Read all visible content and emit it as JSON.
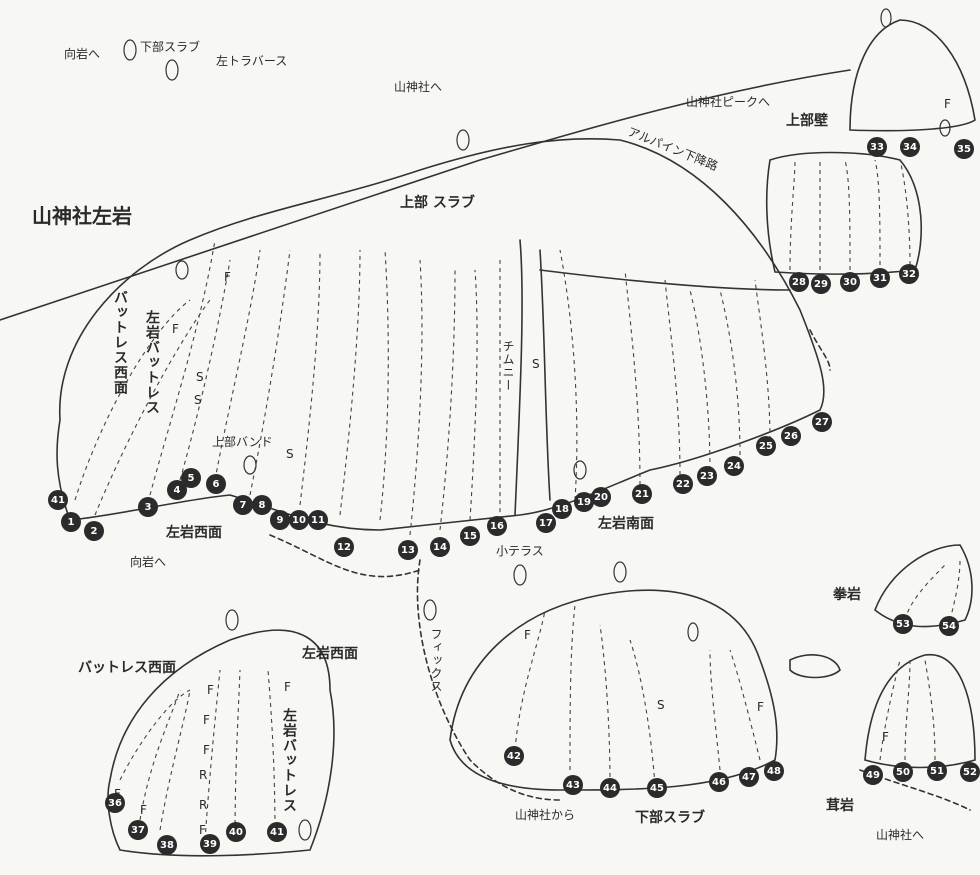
{
  "labels": {
    "main_title": "山神社左岩",
    "upper_slab": "上部 スラブ",
    "upper_wall": "上部壁",
    "alpine_descent": "アルパイン下降路",
    "to_sanjinja_peak": "山神社ピークへ",
    "to_sanjinja_top": "山神社へ",
    "lower_slab_top": "下部スラブ",
    "left_traverse": "左トラバース",
    "to_mukaiiwa_top": "向岩へ",
    "left_rock_west": "左岩西面",
    "left_rock_south": "左岩南面",
    "small_terrace": "小テラス",
    "to_mukaiiwa": "向岩へ",
    "upper_band": "上部バンド",
    "chimney": "チムニー",
    "buttress_west_v": "バットレス西面",
    "left_buttress_v": "左岩バットレス",
    "buttress_west": "バットレス西面",
    "left_rock_west2": "左岩西面",
    "left_buttress_v2": "左岩バットレス",
    "fix": "フィックス",
    "from_sanjinja": "山神社から",
    "lower_slab": "下部スラブ",
    "kobushi_iwa": "拳岩",
    "take_iwa": "茸岩",
    "to_sanjinja_bottom": "山神社へ"
  },
  "route_numbers": [
    "1",
    "2",
    "3",
    "4",
    "5",
    "6",
    "7",
    "8",
    "9",
    "10",
    "11",
    "12",
    "13",
    "14",
    "15",
    "16",
    "17",
    "18",
    "19",
    "20",
    "21",
    "22",
    "23",
    "24",
    "25",
    "26",
    "27",
    "28",
    "29",
    "30",
    "31",
    "32",
    "33",
    "34",
    "35",
    "41",
    "36",
    "37",
    "38",
    "39",
    "40",
    "41",
    "42",
    "43",
    "44",
    "45",
    "46",
    "47",
    "48",
    "49",
    "50",
    "51",
    "52",
    "53",
    "54"
  ],
  "grade_marks": [
    "F",
    "S",
    "S",
    "S",
    "F",
    "S",
    "F",
    "F",
    "F",
    "F",
    "R",
    "R",
    "F",
    "F",
    "F",
    "F",
    "F",
    "S",
    "F",
    "F"
  ]
}
